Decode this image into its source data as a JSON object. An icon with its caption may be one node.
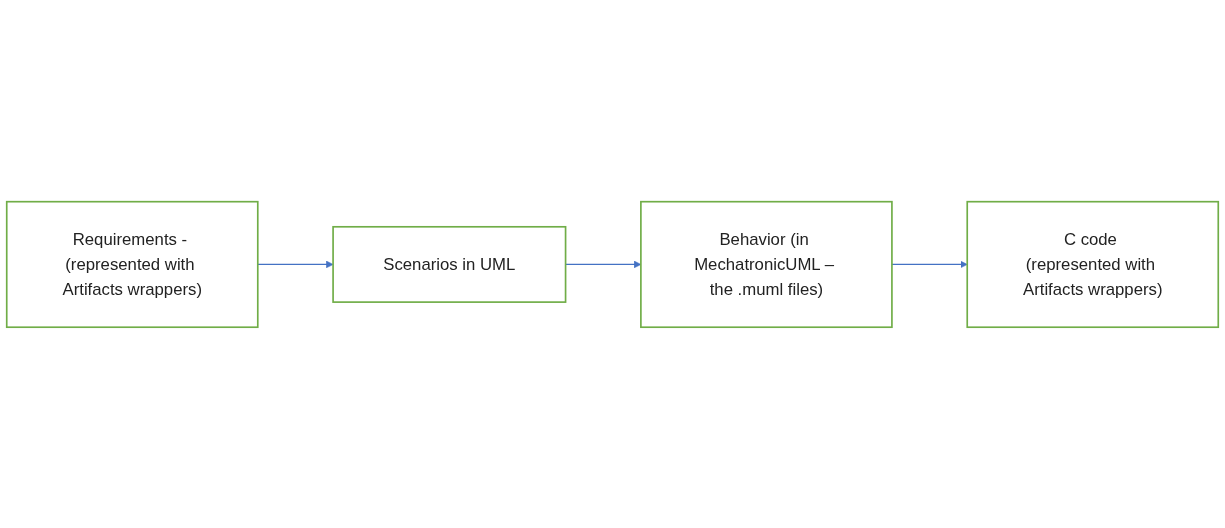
{
  "diagram": {
    "nodes": [
      {
        "text": [
          "Requirements - (represented with Artifacts wrappers)"
        ]
      },
      {
        "text": [
          "Scenarios in UML"
        ]
      },
      {
        "text": [
          "Behavior (in MechatronicUML – the .muml files)"
        ]
      },
      {
        "text": [
          "C code (represented with Artifacts wrappers)"
        ]
      }
    ],
    "edges": [
      {
        "from": 0,
        "to": 1,
        "arrow": "to"
      },
      {
        "from": 1,
        "to": 2,
        "arrow": "to"
      },
      {
        "from": 2,
        "to": 3,
        "arrow": "to"
      }
    ]
  }
}
